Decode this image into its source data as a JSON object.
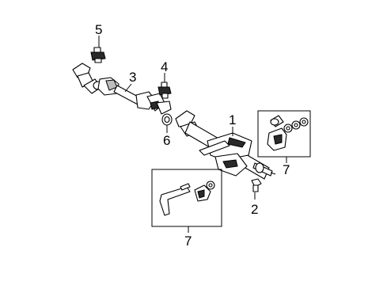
{
  "callouts": [
    {
      "id": "c1",
      "label": "1"
    },
    {
      "id": "c2",
      "label": "2"
    },
    {
      "id": "c3",
      "label": "3"
    },
    {
      "id": "c4",
      "label": "4"
    },
    {
      "id": "c5",
      "label": "5"
    },
    {
      "id": "c6",
      "label": "6"
    },
    {
      "id": "c7a",
      "label": "7"
    },
    {
      "id": "c7b",
      "label": "7"
    }
  ],
  "colors": {
    "line": "#000000",
    "background": "#ffffff",
    "shade": "#2a2a2a"
  }
}
